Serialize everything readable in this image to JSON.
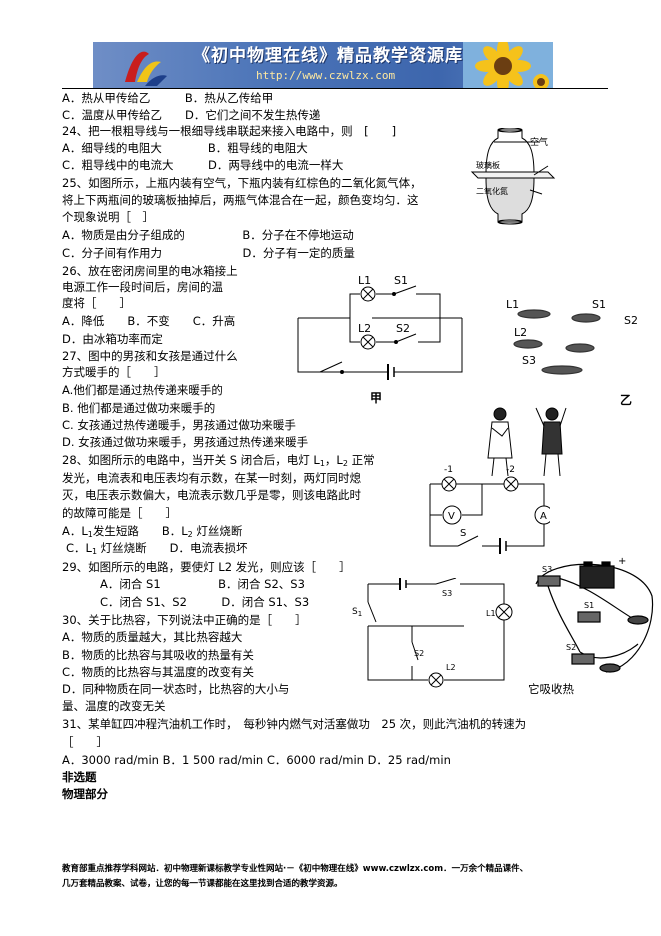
{
  "header": {
    "title": "《初中物理在线》精品教学资源库",
    "url": "http://www.czwlzx.com"
  },
  "lines": {
    "l1": "A．热从甲传给乙　　　B．热从乙传给甲",
    "l2": "C．温度从甲传给乙　　D．它们之间不发生热传递",
    "l3": "24、把一根粗导线与一根细导线串联起来接入电路中，则　[　　]",
    "l4": "A．细导线的电阻大　　　　B．粗导线的电阻大",
    "l5": "C．粗导线中的电流大　　　D．两导线中的电流一样大",
    "l6": "25、如图所示，上瓶内装有空气，下瓶内装有红棕色的二氧化氮气体，",
    "l7": "将上下两瓶间的玻璃板抽掉后，两瓶气体混合在一起，颜色变均匀．这",
    "l8": "个现象说明［　］",
    "l9": "A．物质是由分子组成的　　　　　B．分子在不停地运动",
    "l10": "C．分子间有作用力　　　　　　　D．分子有一定的质量",
    "l11": "26、放在密闭房间里的电冰箱接上",
    "l12": "电源工作一段时间后，房间的温",
    "l13": "度将［　　］",
    "l14": "A．降低　　B．不变　　C．升高",
    "l15": "D．由冰箱功率而定",
    "l16": "27、图中的男孩和女孩是通过什么",
    "l17": "方式暖手的［　　］",
    "l18": "A.他们都是通过热传递来暖手的",
    "l19": "B. 他们都是通过做功来暖手的",
    "l20": "C. 女孩通过热传递暖手，男孩通过做功来暖手",
    "l21": "D. 女孩通过做功来暖手，男孩通过热传递来暖手",
    "l22a": "28、如图所示的电路中，当开关 S 闭合后，电灯 L",
    "l22b": "1",
    "l22c": "，L",
    "l22d": "2",
    "l22e": " 正常",
    "l23": "发光，电流表和电压表均有示数，在某一时刻，两灯同时熄",
    "l24": "灭，电压表示数偏大，电流表示数几乎是零，则该电路此时",
    "l25": "的故障可能是［　　］",
    "l26a": "A．L",
    "l26b": "1",
    "l26c": "发生短路　　B．L",
    "l26d": "2",
    "l26e": " 灯丝烧断",
    "l27a": "C．L",
    "l27b": "1",
    "l27c": " 灯丝烧断　　D．电流表损坏",
    "l28": "29、如图所示的电路，要使灯 L2 发光，则应该［　　］",
    "l29": "A．闭合 S1　　　　　B．闭合 S2、S3",
    "l30": "C．闭合 S1、S2　　　D．闭合 S1、S3",
    "l31": "30、关于比热容，下列说法中正确的是［　　］",
    "l32": "A．物质的质量越大，其比热容越大",
    "l33": "B．物质的比热容与其吸收的热量有关",
    "l34": "C．物质的比热容与其温度的改变有关",
    "l35": "D．同种物质在同一状态时，比热容的大小与",
    "l35b": "它吸收热",
    "l36": "量、温度的改变无关",
    "l37": "31、某单缸四冲程汽油机工作时，　每秒钟内燃气对活塞做功　25 次，则此汽油机的转速为",
    "l38": "［　　］",
    "l39": "A．3000 rad/min B．1 500 rad/min C．6000 rad/min D．25 rad/min",
    "l40": "非选题",
    "l41": "物理部分"
  },
  "figure_labels": {
    "air": "空气",
    "glass": "玻璃板",
    "no2": "二氧化氮",
    "jia": "甲",
    "yi": "乙",
    "L1": "L1",
    "L2": "L2",
    "S1": "S1",
    "S2": "S2",
    "S3": "S3",
    "V": "V",
    "A": "A",
    "S": "S",
    "l1": "1",
    "l2": "2",
    "minus": "-",
    "plus": "+"
  },
  "footer": {
    "line1": "教育部重点推荐学科网站．初中物理新课标教学专业性网站·－《初中物理在线》www.czwlzx.com．一万余个精品课件、",
    "line2": "几万套精品教案、试卷，让您的每一节课都能在这里找到合适的教学资源。"
  }
}
